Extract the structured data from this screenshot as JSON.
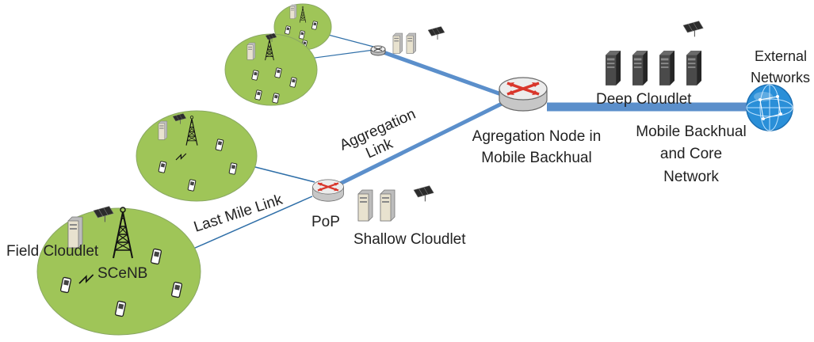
{
  "labels": {
    "external_line1": "External",
    "external_line2": "Networks",
    "deep_cloudlet": "Deep Cloudlet",
    "aggregation_node_line1": "Agregation Node in",
    "aggregation_node_line2": "Mobile Backhual",
    "aggregation_link_line1": "Aggregation",
    "aggregation_link_line2": "Link",
    "backhaul_line1": "Mobile Backhual",
    "backhaul_line2": "and Core",
    "backhaul_line3": "Network",
    "last_mile_link": "Last Mile Link",
    "pop": "PoP",
    "shallow_cloudlet": "Shallow Cloudlet",
    "field_cloudlet": "Field Cloudlet",
    "scenb": "SCeNB"
  },
  "colors": {
    "cell_fill": "#9fc558",
    "cell_stroke": "#8aa863",
    "thick_link": "#5b8fcb",
    "thin_link": "#2f6fa8",
    "router_arrows": "#d9362b",
    "globe": "#2a8fd8",
    "server": "#3d3d3d"
  },
  "icons": [
    "router-icon",
    "server-icon",
    "solar-panel-icon",
    "antenna-tower-icon",
    "phone-icon",
    "globe-icon",
    "lightning-icon"
  ]
}
